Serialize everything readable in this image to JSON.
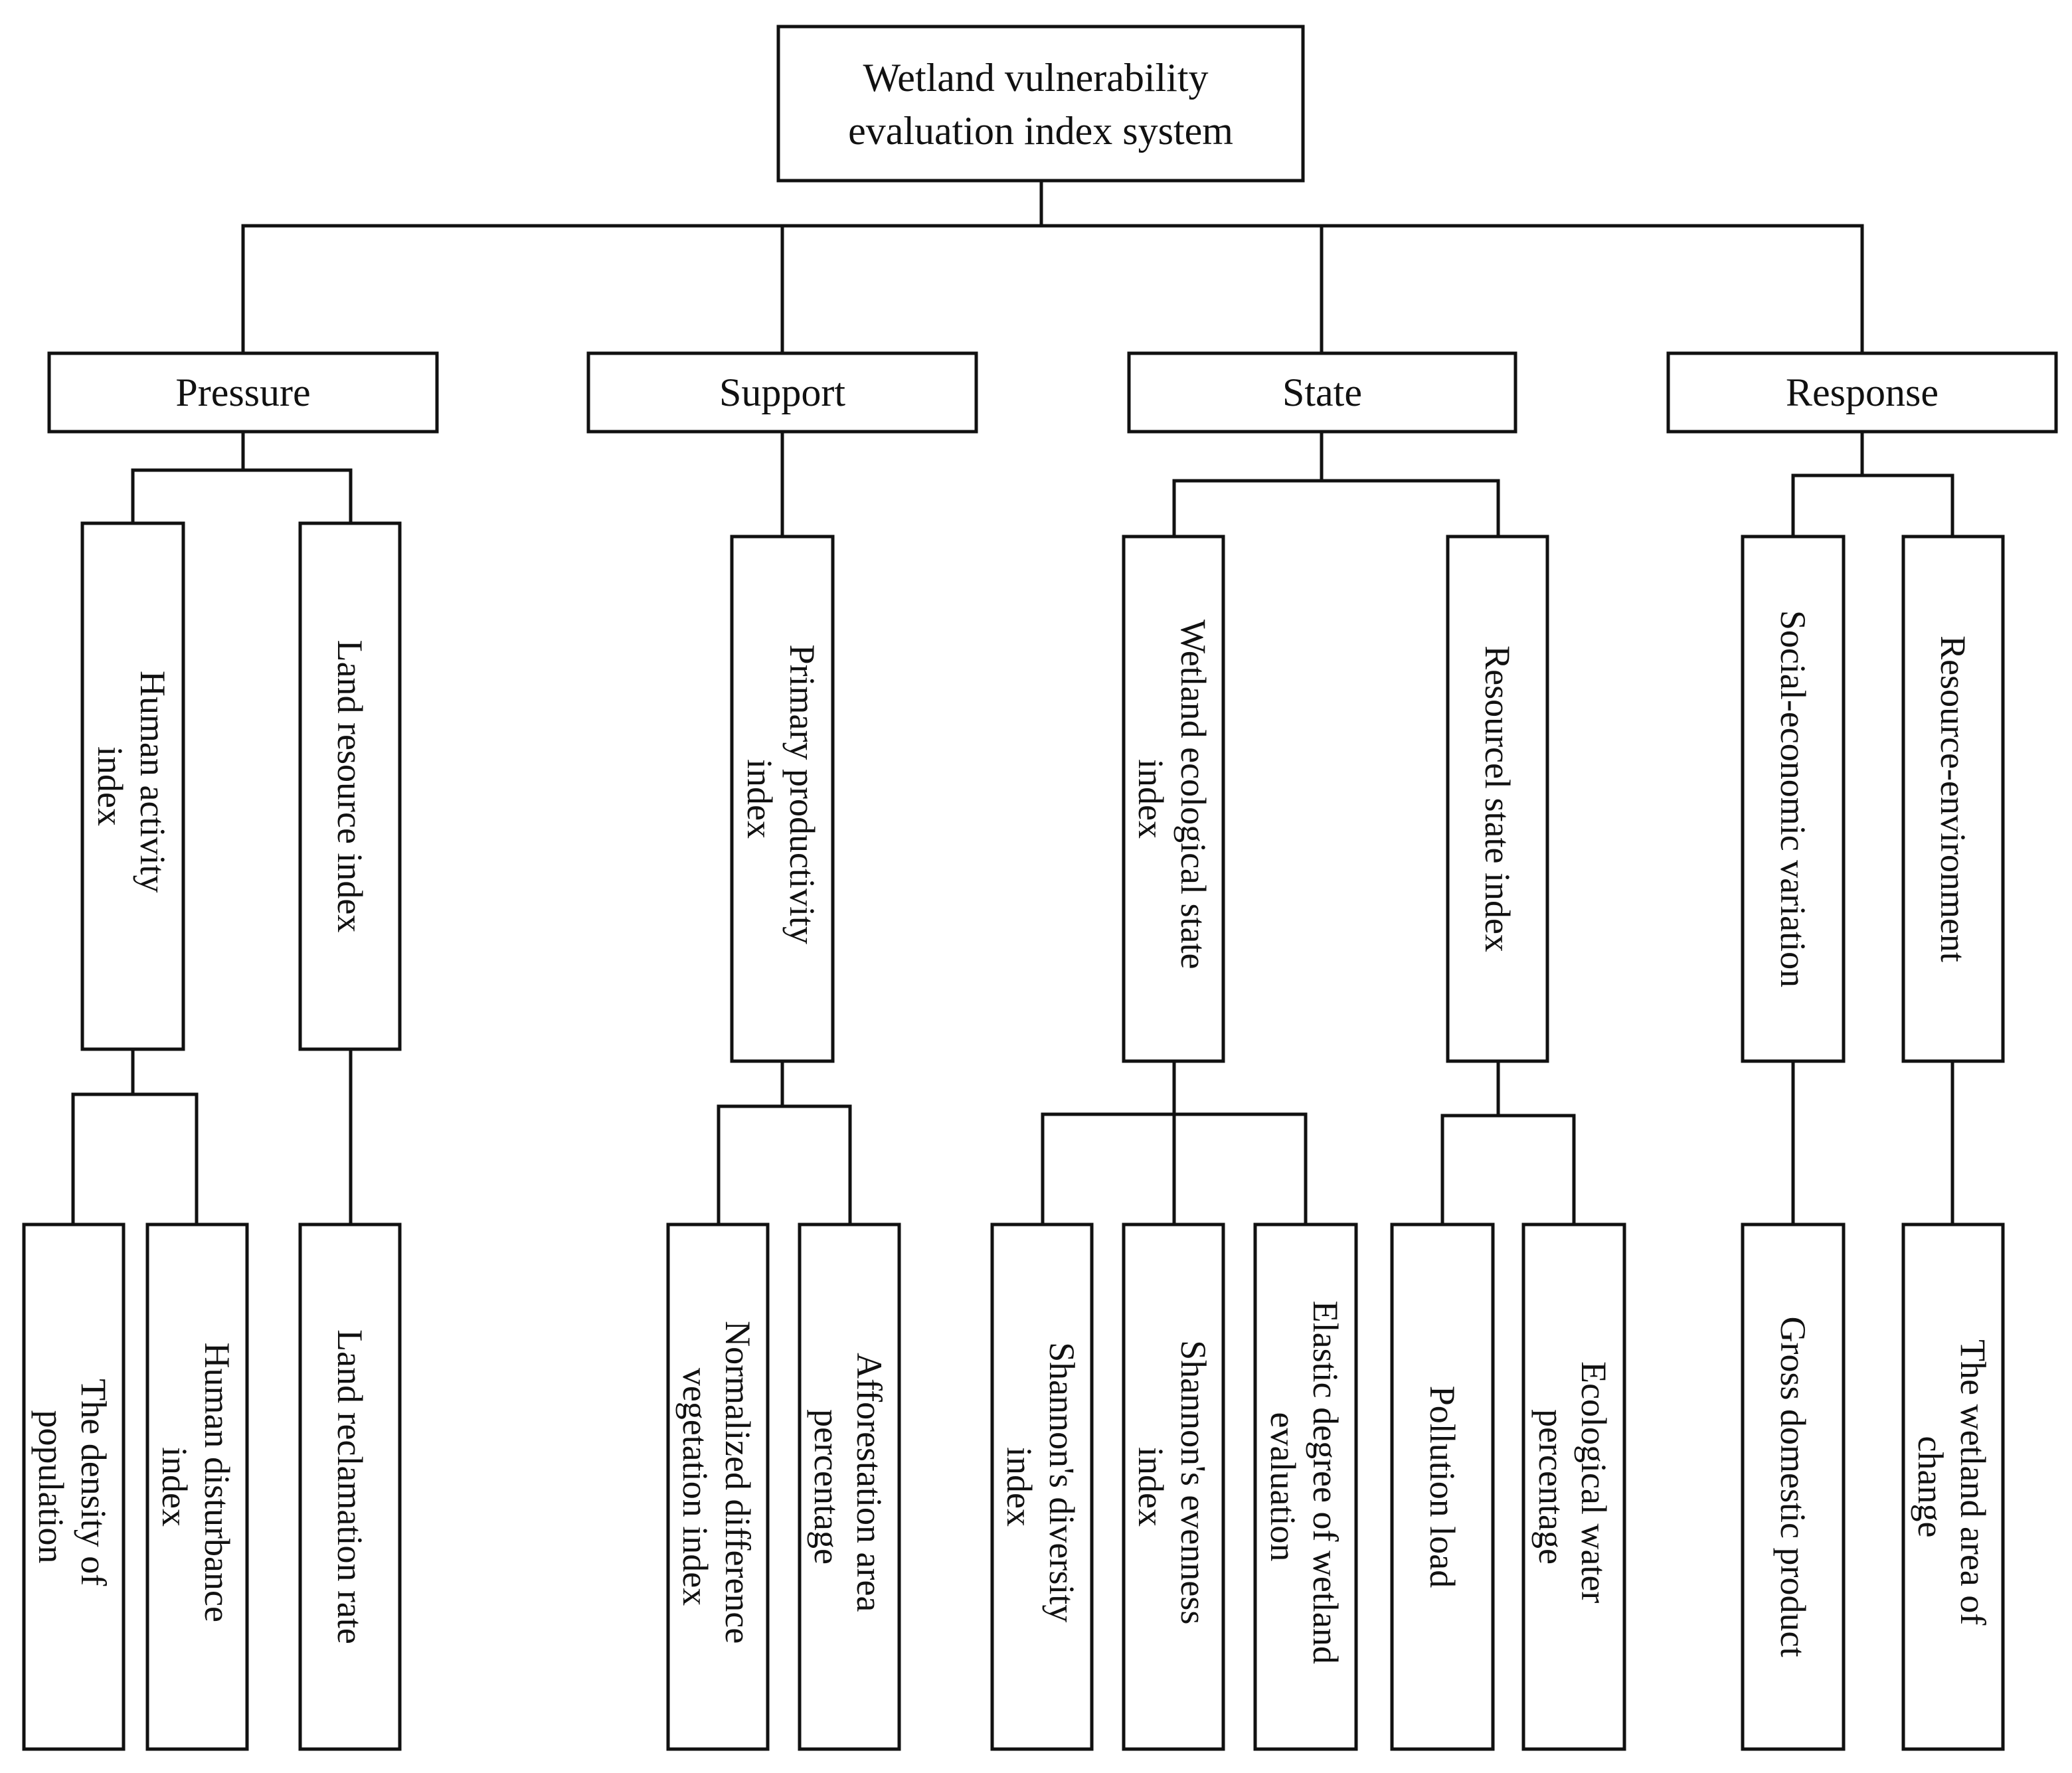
{
  "root": {
    "lines": [
      "Wetland vulnerability",
      "evaluation index system"
    ]
  },
  "categories": [
    {
      "label": "Pressure"
    },
    {
      "label": "Support"
    },
    {
      "label": "State"
    },
    {
      "label": "Response"
    }
  ],
  "indices": [
    {
      "lines": [
        "Human activity",
        "index"
      ]
    },
    {
      "lines": [
        "Land resource index"
      ]
    },
    {
      "lines": [
        "Primary productivity",
        "index"
      ]
    },
    {
      "lines": [
        "Wetland ecological state",
        "index"
      ]
    },
    {
      "lines": [
        "Resourcel state index"
      ]
    },
    {
      "lines": [
        "Social-economic variation"
      ]
    },
    {
      "lines": [
        "Resource-environment"
      ]
    }
  ],
  "indicators": [
    {
      "lines": [
        "The density of",
        "population"
      ]
    },
    {
      "lines": [
        "Human disturbance",
        "index"
      ]
    },
    {
      "lines": [
        "Land reclamation rate"
      ]
    },
    {
      "lines": [
        "Normalized difference",
        "vegetation index"
      ]
    },
    {
      "lines": [
        "Afforestation area",
        "percentage"
      ]
    },
    {
      "lines": [
        "Shannon's diversity",
        "index"
      ]
    },
    {
      "lines": [
        "Shannon's evenness",
        "index"
      ]
    },
    {
      "lines": [
        "Elastic degree of wetland",
        "evaluation"
      ]
    },
    {
      "lines": [
        "Pollution load"
      ]
    },
    {
      "lines": [
        "Ecological water",
        "percentage"
      ]
    },
    {
      "lines": [
        "Gross domestic product"
      ]
    },
    {
      "lines": [
        "The wetland area of",
        "change"
      ]
    }
  ]
}
